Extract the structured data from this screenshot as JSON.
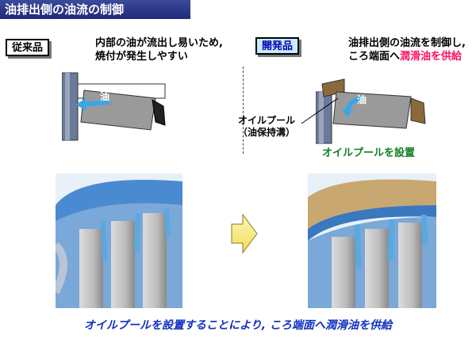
{
  "title": "油排出側の油流の制御",
  "old": {
    "tag": "従来品",
    "note_line1": "内部の油が流出し易いため,",
    "note_line2": "焼付が発生しやすい",
    "oil_label": "油"
  },
  "new": {
    "tag": "開発品",
    "note_line1": "油排出側の油流を制御し,",
    "note_line2_prefix": "ころ端面へ",
    "note_line2_highlight": "潤滑油を供給",
    "oil_label": "油",
    "pool_label_line1": "オイルプール",
    "pool_label_line2": "（油保持溝）",
    "install_note": "オイルプールを設置"
  },
  "conclusion": "オイルプールを設置することにより, ころ端面へ潤滑油を供給",
  "colors": {
    "title_bg": "#1e2a7a",
    "new_tag_bg": "#c8ecff",
    "highlight": "#ff1060",
    "green": "#108020",
    "conclusion": "#1030c0",
    "roller_gray": "#9a9a9a",
    "oil_blue": "#3aa6e8",
    "pool_brown": "#8a6a3a"
  }
}
